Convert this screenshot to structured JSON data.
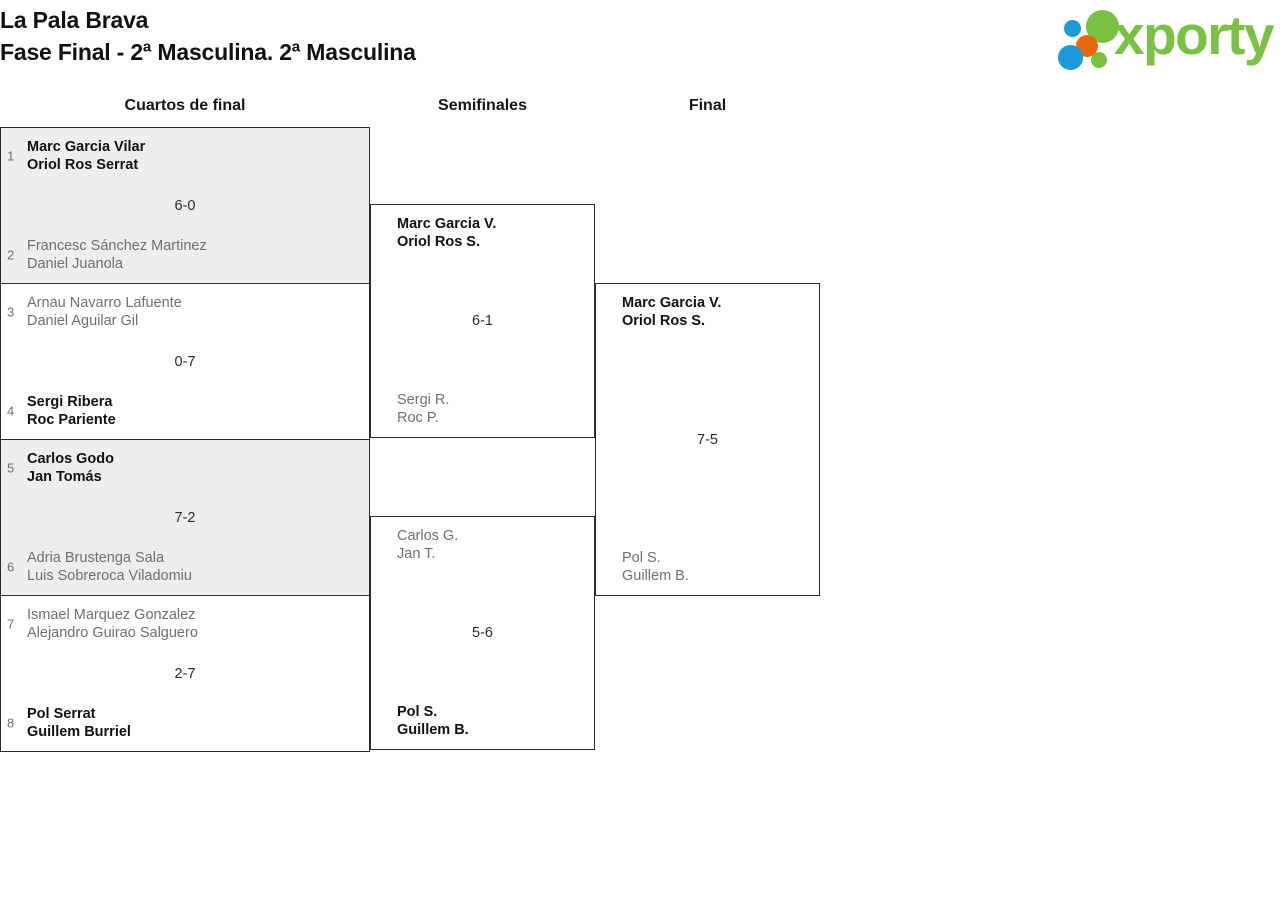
{
  "header": {
    "tournament": "La Pala Brava",
    "subtitle": "Fase Final - 2ª Masculina. 2ª Masculina",
    "logo": {
      "word": "xporty",
      "colors": {
        "green": "#7ac143",
        "blue": "#1b9bd8",
        "orange": "#e8680c"
      },
      "dots": [
        "blue-small-dot",
        "green-large-dot",
        "orange-dot",
        "blue-large-dot",
        "green-small-dot"
      ]
    }
  },
  "rounds": [
    {
      "key": "quarterfinals",
      "label": "Cuartos de final"
    },
    {
      "key": "semifinals",
      "label": "Semifinales"
    },
    {
      "key": "final",
      "label": "Final"
    }
  ],
  "bracket": {
    "quarterfinals": [
      {
        "score": "6-0",
        "shaded": true,
        "top": {
          "seed": "1",
          "player1": "Marc Garcia Vilar",
          "player2": "Oriol Ros Serrat",
          "winner": true
        },
        "bottom": {
          "seed": "2",
          "player1": "Francesc Sánchez Martinez",
          "player2": "Daniel Juanola",
          "winner": false
        }
      },
      {
        "score": "0-7",
        "shaded": false,
        "top": {
          "seed": "3",
          "player1": "Arnau Navarro Lafuente",
          "player2": "Daniel Aguilar Gil",
          "winner": false
        },
        "bottom": {
          "seed": "4",
          "player1": "Sergi Ribera",
          "player2": "Roc Pariente",
          "winner": true
        }
      },
      {
        "score": "7-2",
        "shaded": true,
        "top": {
          "seed": "5",
          "player1": "Carlos Godo",
          "player2": "Jan Tomás",
          "winner": true
        },
        "bottom": {
          "seed": "6",
          "player1": "Adria Brustenga Sala",
          "player2": "Luis Sobreroca Viladomiu",
          "winner": false
        }
      },
      {
        "score": "2-7",
        "shaded": false,
        "top": {
          "seed": "7",
          "player1": "Ismael Marquez Gonzalez",
          "player2": "Alejandro Guirao Salguero",
          "winner": false
        },
        "bottom": {
          "seed": "8",
          "player1": "Pol Serrat",
          "player2": "Guillem Burriel",
          "winner": true
        }
      }
    ],
    "semifinals": [
      {
        "score": "6-1",
        "shaded": false,
        "top": {
          "player1": "Marc Garcia V.",
          "player2": "Oriol Ros S.",
          "winner": true
        },
        "bottom": {
          "player1": "Sergi R.",
          "player2": "Roc P.",
          "winner": false
        }
      },
      {
        "score": "5-6",
        "shaded": false,
        "top": {
          "player1": "Carlos G.",
          "player2": "Jan T.",
          "winner": false
        },
        "bottom": {
          "player1": "Pol S.",
          "player2": "Guillem B.",
          "winner": true
        }
      }
    ],
    "final": [
      {
        "score": "7-5",
        "shaded": false,
        "top": {
          "player1": "Marc Garcia V.",
          "player2": "Oriol Ros S.",
          "winner": true
        },
        "bottom": {
          "player1": "Pol S.",
          "player2": "Guillem B.",
          "winner": false
        }
      }
    ]
  }
}
